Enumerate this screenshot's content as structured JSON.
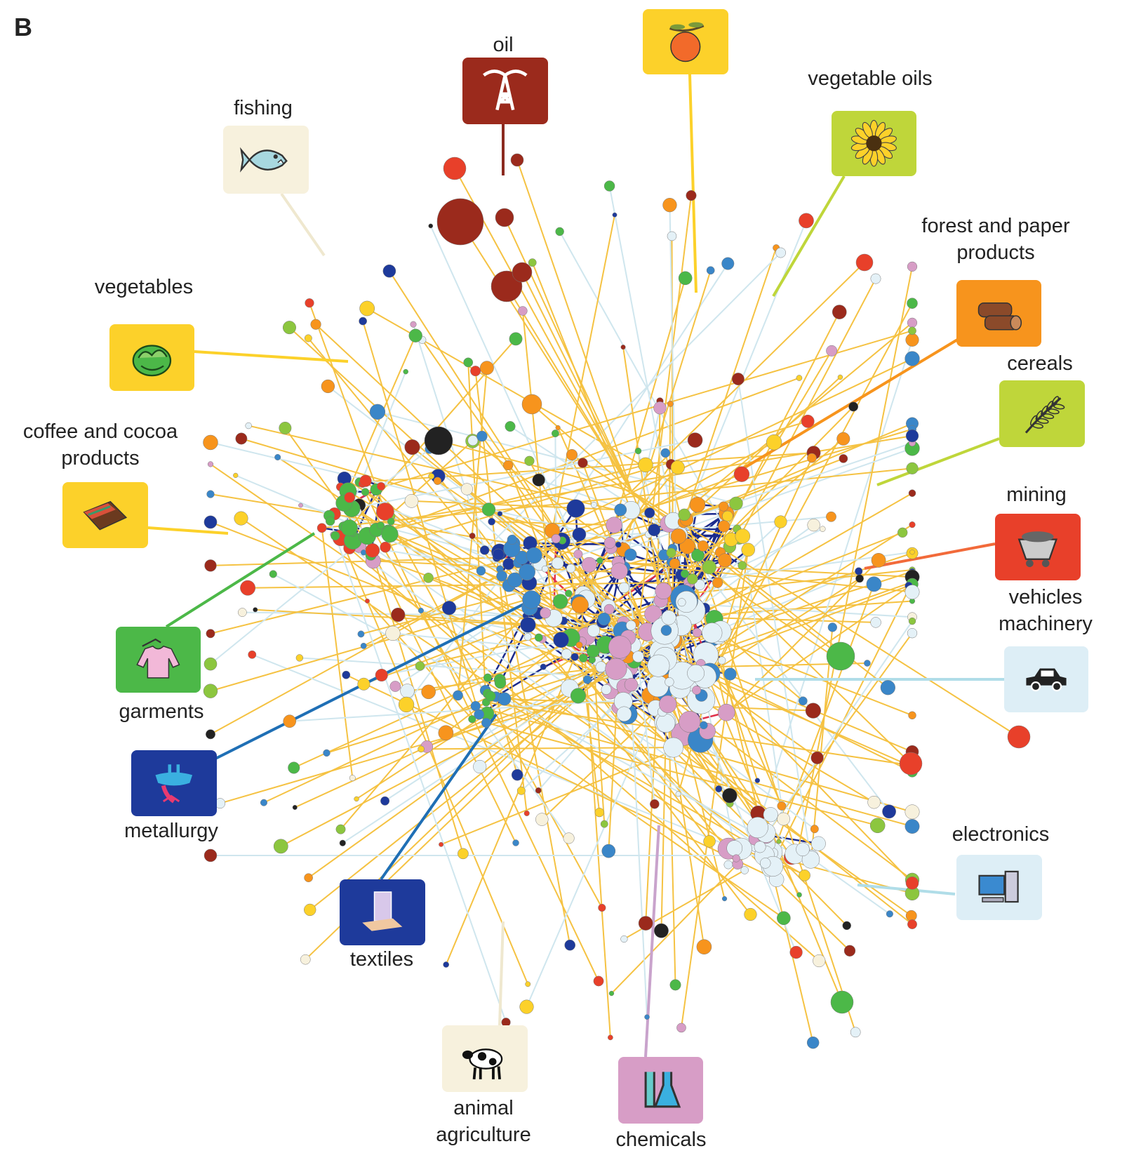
{
  "panel_label": "B",
  "categories": [
    {
      "id": "oil",
      "label": "oil",
      "color": "#9b2a1c",
      "icon": "oil-derrick-icon"
    },
    {
      "id": "fruit",
      "label": "",
      "color": "#fcd12a",
      "icon": "orange-fruit-icon"
    },
    {
      "id": "vegetable_oils",
      "label": "vegetable oils",
      "color": "#bfd63a",
      "icon": "sunflower-icon"
    },
    {
      "id": "forest",
      "label": "forest and paper products",
      "label_lines": [
        "forest and paper",
        "products"
      ],
      "color": "#f7941d",
      "icon": "logs-icon"
    },
    {
      "id": "cereals",
      "label": "cereals",
      "color": "#bfd63a",
      "icon": "wheat-icon"
    },
    {
      "id": "mining",
      "label": "mining",
      "color": "#e8402a",
      "icon": "mine-cart-icon"
    },
    {
      "id": "vehicles",
      "label": "vehicles machinery",
      "label_lines": [
        "vehicles",
        "machinery"
      ],
      "color": "#ddeef6",
      "icon": "car-icon"
    },
    {
      "id": "electronics",
      "label": "electronics",
      "color": "#ddeef6",
      "icon": "computer-icon"
    },
    {
      "id": "chemicals",
      "label": "chemicals",
      "color": "#d79dc6",
      "icon": "flask-icon"
    },
    {
      "id": "animal",
      "label": "animal agriculture",
      "label_lines": [
        "animal",
        "agriculture"
      ],
      "color": "#f7f1dd",
      "icon": "cow-icon"
    },
    {
      "id": "textiles",
      "label": "textiles",
      "color": "#1e3a9b",
      "icon": "fabric-roll-icon"
    },
    {
      "id": "metallurgy",
      "label": "metallurgy",
      "color": "#1e3a9b",
      "icon": "crucible-icon"
    },
    {
      "id": "garments",
      "label": "garments",
      "color": "#4cb848",
      "icon": "sweater-icon"
    },
    {
      "id": "coffee",
      "label": "coffee and cocoa products",
      "label_lines": [
        "coffee and cocoa",
        "products"
      ],
      "color": "#fcd12a",
      "icon": "chocolate-bar-icon"
    },
    {
      "id": "vegetables",
      "label": "vegetables",
      "color": "#fcd12a",
      "icon": "lettuce-icon"
    },
    {
      "id": "fishing",
      "label": "fishing",
      "color": "#f7f1dd",
      "icon": "fish-icon"
    }
  ],
  "edge_colors": {
    "strong": "#1a2a8c",
    "strongest": "#e0304a",
    "medium": "#f5c242",
    "weak": "#cfe6ee"
  },
  "node_colors": [
    "#1e3a9b",
    "#3a86c8",
    "#4cb848",
    "#8cc63f",
    "#fcd12a",
    "#f7941d",
    "#e8402a",
    "#9b2a1c",
    "#d79dc6",
    "#e4f1f7",
    "#f7f1dd",
    "#222222"
  ]
}
